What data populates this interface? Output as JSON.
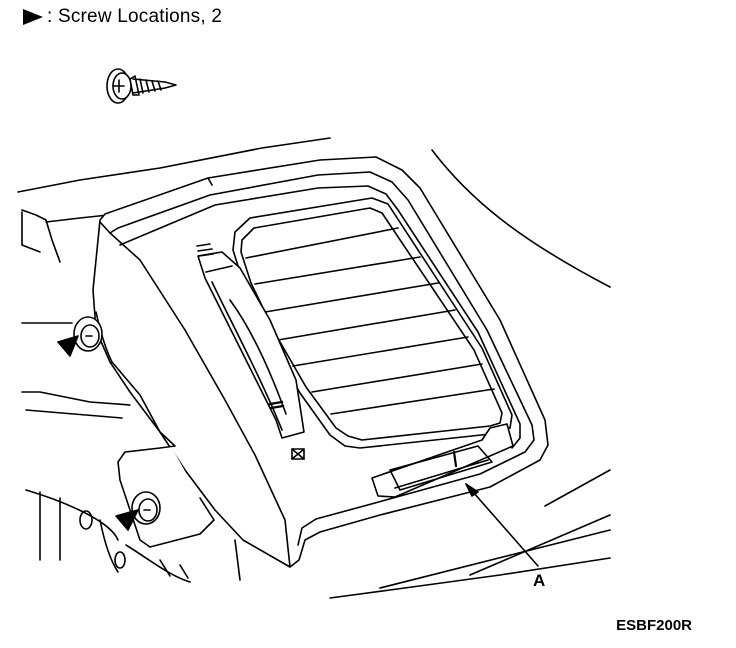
{
  "legend": {
    "marker_icon": "triangle-arrow-icon",
    "text": ": Screw Locations, 2"
  },
  "callouts": {
    "a_label": "A"
  },
  "figure_code": "ESBF200R",
  "colors": {
    "line": "#000000",
    "background": "#ffffff"
  }
}
